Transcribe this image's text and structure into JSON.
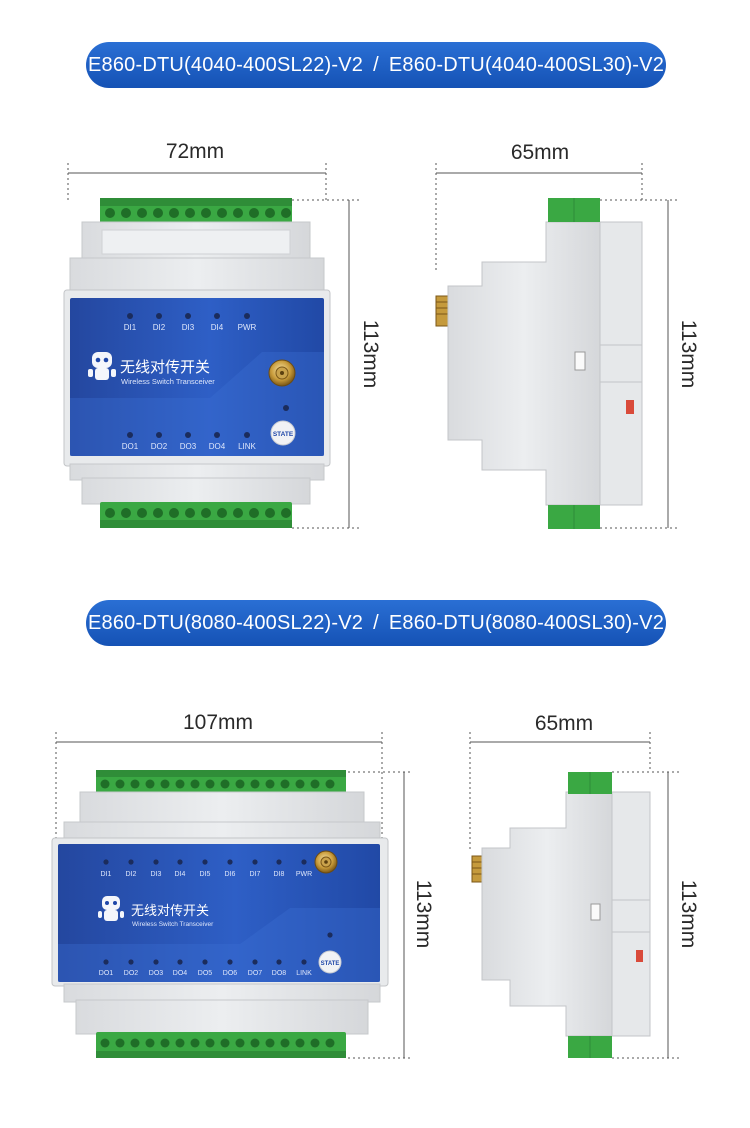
{
  "sections": [
    {
      "banner": {
        "model_a": "E860-DTU(4040-400SL22)-V2",
        "separator": "/",
        "model_b": "E860-DTU(4040-400SL30)-V2"
      },
      "front": {
        "width_label": "72mm",
        "height_label": "113mm",
        "title_cn": "无线对传开关",
        "title_en": "Wireless Switch Transceiver",
        "inputs": [
          "DI1",
          "DI2",
          "DI3",
          "DI4",
          "PWR"
        ],
        "outputs": [
          "DO1",
          "DO2",
          "DO3",
          "DO4",
          "LINK"
        ],
        "state_button": "STATE"
      },
      "side": {
        "width_label": "65mm",
        "height_label": "113mm"
      }
    },
    {
      "banner": {
        "model_a": "E860-DTU(8080-400SL22)-V2",
        "separator": "/",
        "model_b": "E860-DTU(8080-400SL30)-V2"
      },
      "front": {
        "width_label": "107mm",
        "height_label": "113mm",
        "title_cn": "无线对传开关",
        "title_en": "Wireless Switch Transceiver",
        "inputs": [
          "DI1",
          "DI2",
          "DI3",
          "DI4",
          "DI5",
          "DI6",
          "DI7",
          "DI8",
          "PWR"
        ],
        "outputs": [
          "DO1",
          "DO2",
          "DO3",
          "DO4",
          "DO5",
          "DO6",
          "DO7",
          "DO8",
          "LINK"
        ],
        "state_button": "STATE"
      },
      "side": {
        "width_label": "65mm",
        "height_label": "113mm"
      }
    }
  ],
  "colors": {
    "banner_blue": "#1a5cc0",
    "panel_blue": "#1e46a8",
    "terminal_green": "#3aa843",
    "housing_grey": "#e4e6e8"
  }
}
